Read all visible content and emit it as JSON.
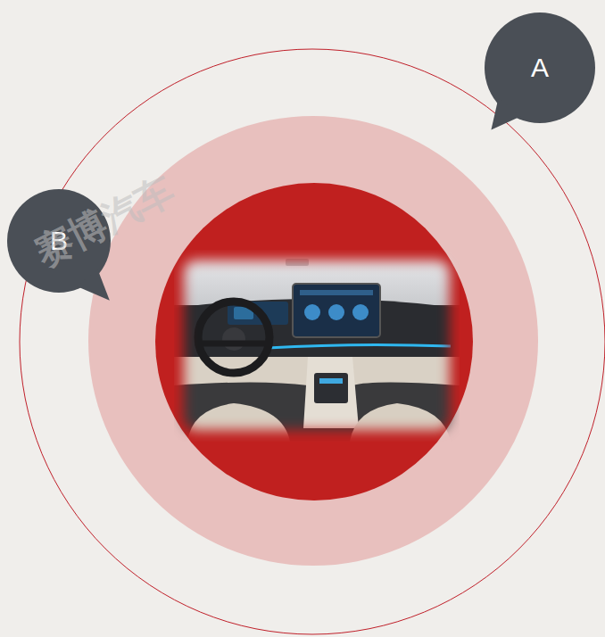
{
  "diagram": {
    "nodes": [
      {
        "text": [
          "A"
        ]
      },
      {
        "text": [
          "B"
        ]
      }
    ],
    "labels": [
      "赛博汽车"
    ]
  }
}
